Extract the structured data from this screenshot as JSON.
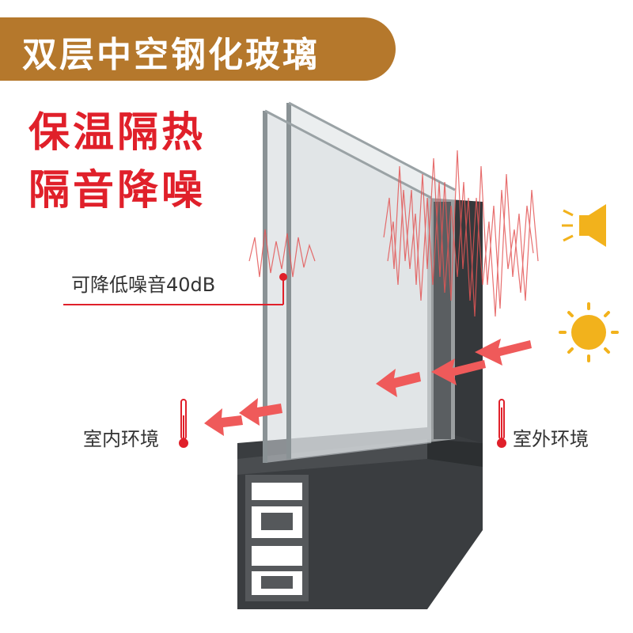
{
  "banner": {
    "title": "双层中空钢化玻璃"
  },
  "headline": {
    "line1": "保温隔热",
    "line2": "隔音降噪"
  },
  "labels": {
    "noise_reduction": "可降低噪音40dB",
    "indoor": "室内环境",
    "outdoor": "室外环境"
  },
  "icons": [
    "speaker-icon",
    "sun-icon",
    "thermometer-icon"
  ],
  "colors": {
    "banner": "#b5782c",
    "accent_red": "#e0202a",
    "frame": "#3a3d40",
    "sun": "#f2b21c"
  }
}
